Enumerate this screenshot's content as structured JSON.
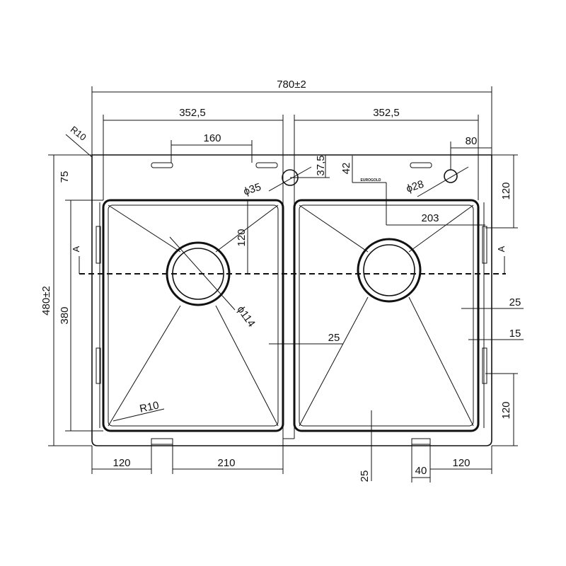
{
  "drawing": {
    "brand_label": "EUROGOLD",
    "section_mark": "A",
    "dimensions": {
      "overall_width": "780±2",
      "overall_height": "480±2",
      "left_bowl_width": "352,5",
      "right_bowl_width": "352,5",
      "tap_spacing": "160",
      "right_tap_offset": "80",
      "corner_radius_top": "R10",
      "corner_radius_bowl": "R10",
      "top_margin": "75",
      "bowl_depth": "380",
      "tap_height": "37,5",
      "tap_hole_diameter": "ϕ35",
      "small_hole_height": "42",
      "small_hole_diameter": "ϕ28",
      "right_top_120": "120",
      "right_203": "203",
      "drain_offset_120": "120",
      "drain_diameter": "ϕ114",
      "divider_25": "25",
      "right_wall_25": "25",
      "right_wall_15": "15",
      "right_bottom_120": "120",
      "bottom_left_120": "120",
      "bottom_210": "210",
      "bottom_25": "25",
      "bottom_40": "40",
      "bottom_right_120": "120"
    }
  }
}
